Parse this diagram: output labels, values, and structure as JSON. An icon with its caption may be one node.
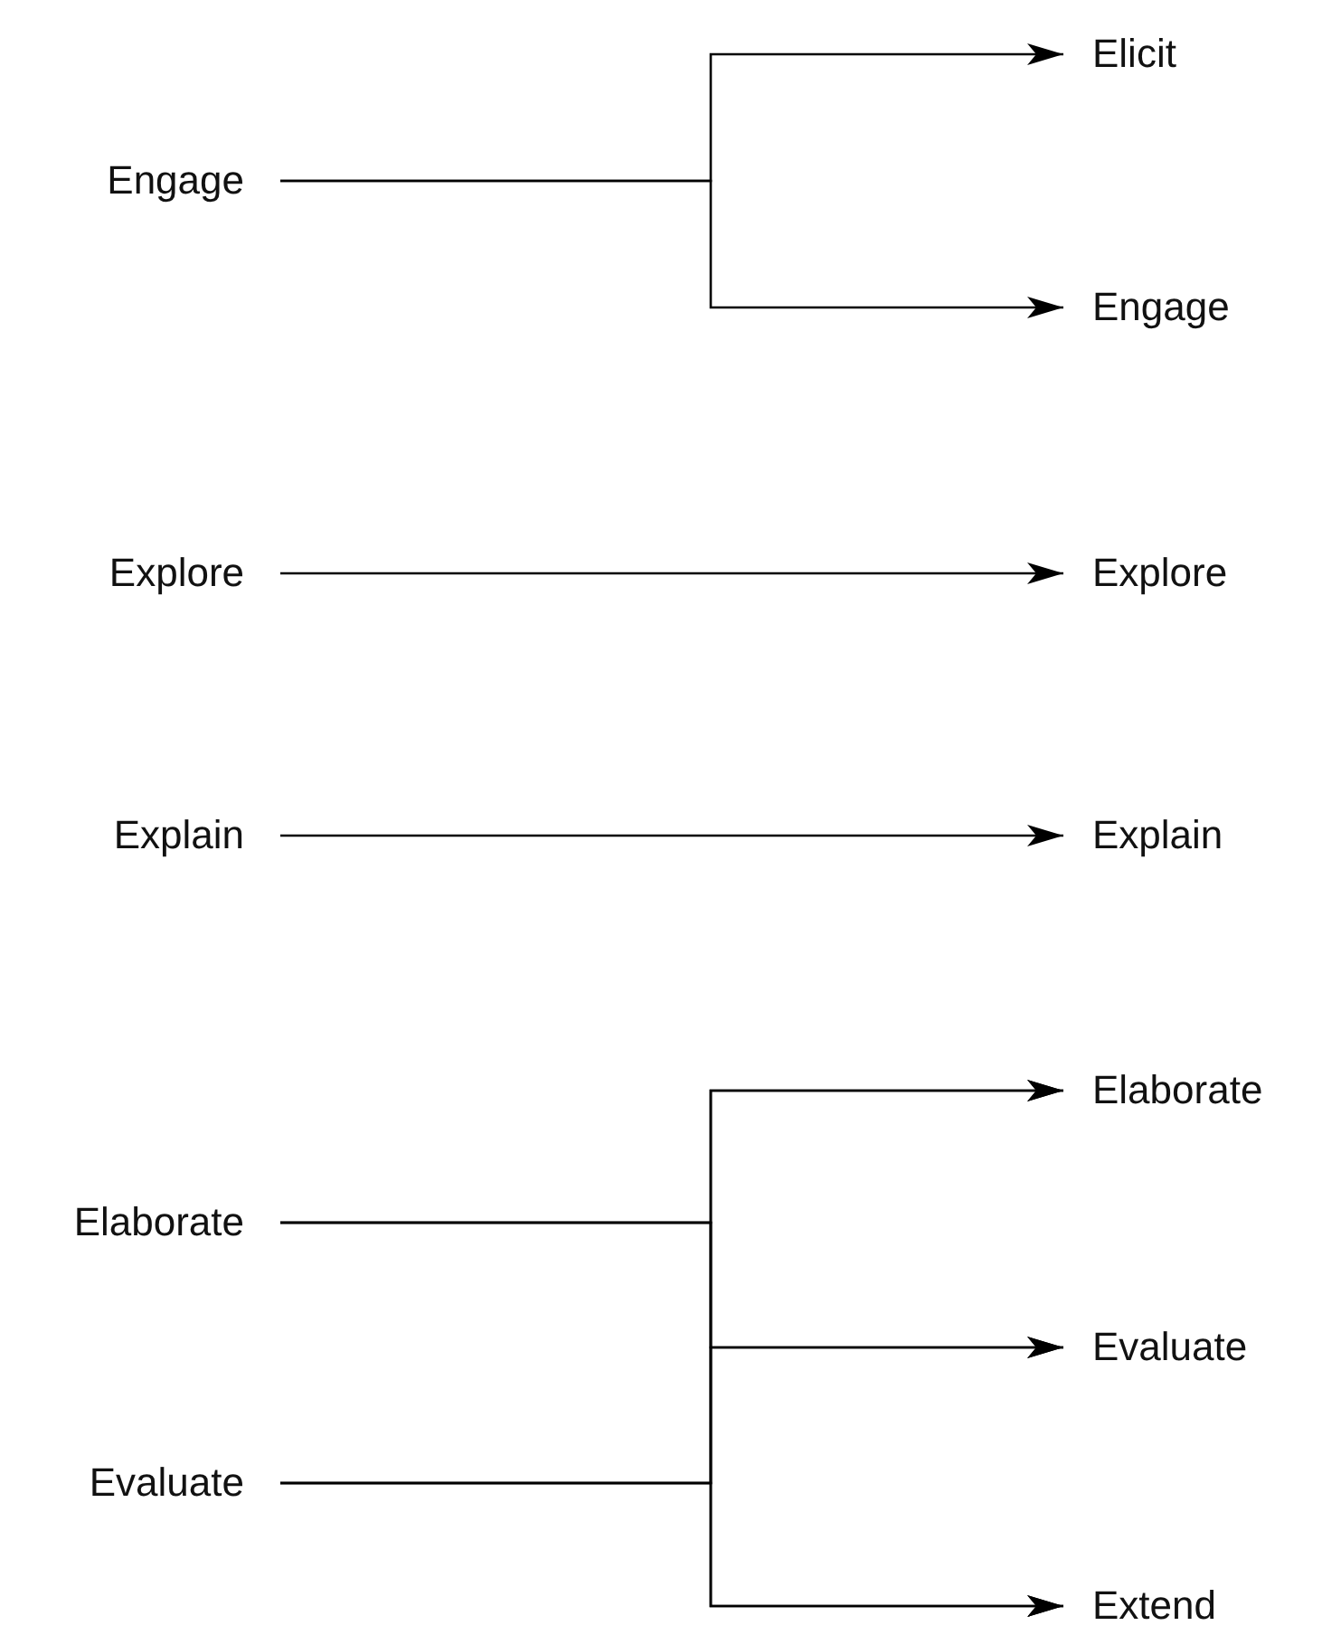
{
  "diagram": {
    "nodes": [
      {
        "text": [
          "Engage"
        ]
      },
      {
        "text": [
          "Explore"
        ]
      },
      {
        "text": [
          "Explain"
        ]
      },
      {
        "text": [
          "Elaborate"
        ]
      },
      {
        "text": [
          "Evaluate"
        ]
      },
      {
        "text": [
          "Elicit"
        ]
      },
      {
        "text": [
          "Engage"
        ]
      },
      {
        "text": [
          "Explore"
        ]
      },
      {
        "text": [
          "Explain"
        ]
      },
      {
        "text": [
          "Elaborate"
        ]
      },
      {
        "text": [
          "Evaluate"
        ]
      },
      {
        "text": [
          "Extend"
        ]
      }
    ],
    "edges": [
      {
        "from": 0,
        "to": 5,
        "arrow": "to"
      },
      {
        "from": 0,
        "to": 6,
        "arrow": "to"
      },
      {
        "from": 1,
        "to": 7,
        "arrow": "to"
      },
      {
        "from": 2,
        "to": 8,
        "arrow": "to"
      },
      {
        "from": 3,
        "to": 9,
        "arrow": "to"
      },
      {
        "from": 3,
        "to": 10,
        "arrow": "to"
      },
      {
        "from": 3,
        "to": 11,
        "arrow": "to"
      },
      {
        "from": 4,
        "to": 9,
        "arrow": "to"
      },
      {
        "from": 4,
        "to": 10,
        "arrow": "to"
      },
      {
        "from": 4,
        "to": 11,
        "arrow": "to"
      }
    ]
  }
}
